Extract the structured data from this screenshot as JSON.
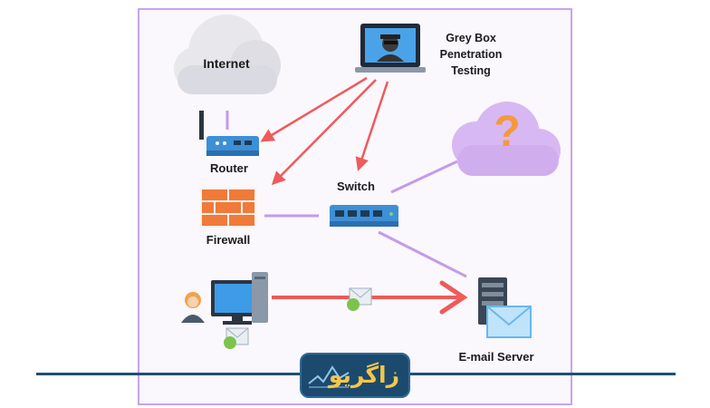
{
  "labels": {
    "internet": "Internet",
    "grey_box": "Grey Box Penetration Testing",
    "router": "Router",
    "switch": "Switch",
    "firewall": "Firewall",
    "email_server": "E-mail Server",
    "unknown": "?"
  },
  "logo": {
    "text": "زاگریو"
  },
  "colors": {
    "frame_border": "#c9a3f0",
    "attack_arrow": "#ef5a5a",
    "connection_line": "#c39ce8",
    "device_blue": "#3d8fd6",
    "firewall_brick": "#f07a3a",
    "logo_bg": "#1c4a6e",
    "logo_text": "#f4c64a"
  },
  "icons": [
    "cloud-icon",
    "hacker-laptop-icon",
    "router-icon",
    "switch-icon",
    "firewall-icon",
    "user-computer-icon",
    "virus-email-icon",
    "mail-server-icon",
    "question-cloud-icon"
  ]
}
